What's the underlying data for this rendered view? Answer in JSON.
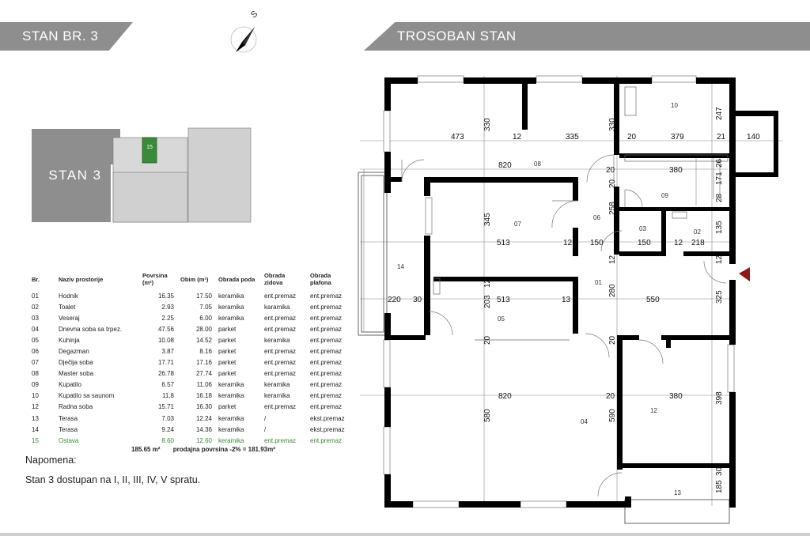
{
  "header": {
    "left_title": "STAN BR. 3",
    "right_title": "TROSOBAN STAN"
  },
  "compass": {
    "label": "S"
  },
  "keyplan": {
    "apartment_label": "STAN 3",
    "storage_number": "15"
  },
  "table": {
    "headers": [
      "Br.",
      "Naziv prostorije",
      "Povrsina (m²)",
      "Obim (m¹)",
      "Obrada poda",
      "Obrada zidova",
      "Obrada plafona"
    ],
    "rows": [
      [
        "01",
        "Hodnik",
        "16.35",
        "17.50",
        "keramika",
        "ent.premaz",
        "ent.premaz"
      ],
      [
        "02",
        "Toalet",
        "2.93",
        "7.05",
        "keramika",
        "karamika",
        "ent.premaz"
      ],
      [
        "03",
        "Veseraj",
        "2.25",
        "6.00",
        "keramika",
        "ent.premaz",
        "ent.premaz"
      ],
      [
        "04",
        "Dnevna soba sa trpez.",
        "47.56",
        "28.00",
        "parket",
        "ent.premaz",
        "ent.premaz"
      ],
      [
        "05",
        "Kuhinja",
        "10.08",
        "14.52",
        "parket",
        "keramika",
        "ent.premaz"
      ],
      [
        "06",
        "Degazman",
        "3.87",
        "8.16",
        "parket",
        "ent.premaz",
        "ent.premaz"
      ],
      [
        "07",
        "Dječija soba",
        "17.71",
        "17.16",
        "parket",
        "ent.premaz",
        "ent.premaz"
      ],
      [
        "08",
        "Master soba",
        "26.78",
        "27.74",
        "parket",
        "ent.premaz",
        "ent.premaz"
      ],
      [
        "09",
        "Kupatilo",
        "6.57",
        "11.06",
        "keramika",
        "keramika",
        "ent.premaz"
      ],
      [
        "10",
        "Kupatilo sa saunom",
        "11,8",
        "16.18",
        "keramika",
        "keramika",
        "ent.premaz"
      ],
      [
        "12",
        "Radna soba",
        "15.71",
        "16.30",
        "parket",
        "ent.premaz",
        "ent.premaz"
      ],
      [
        "13",
        "Terasa",
        "7.03",
        "12.24",
        "keramika",
        "/",
        "ekst.premaz"
      ],
      [
        "14",
        "Terasa",
        "9.24",
        "14.36",
        "keramika",
        "/",
        "ekst.premaz"
      ],
      [
        "15",
        "Ostava",
        "8.60",
        "12.60",
        "keramika",
        "ent.premaz",
        "ent.premaz"
      ]
    ],
    "total_area": "185.65 m²",
    "sale_area": "prodajna povrsina -2% = 181.93m²"
  },
  "note": {
    "title": "Napomena:",
    "text": "Stan 3 dostupan na I, II, III, IV, V spratu."
  },
  "plan": {
    "room_labels": [
      "10",
      "08",
      "09",
      "07",
      "06",
      "03",
      "02",
      "14",
      "01",
      "05",
      "04",
      "12",
      "13"
    ],
    "dimensions": [
      "473",
      "330",
      "12",
      "335",
      "330",
      "20",
      "379",
      "21",
      "140",
      "247",
      "820",
      "20",
      "380",
      "26",
      "171",
      "28",
      "20",
      "258",
      "345",
      "513",
      "12",
      "150",
      "150",
      "12",
      "218",
      "135",
      "12",
      "12",
      "220",
      "30",
      "12",
      "513",
      "13",
      "280",
      "550",
      "325",
      "203",
      "20",
      "20",
      "820",
      "20",
      "380",
      "580",
      "590",
      "398",
      "30",
      "185"
    ]
  },
  "colors": {
    "banner": "#8e8e8e",
    "wall": "#000000",
    "storage_green": "#3a8a3a",
    "entry_marker": "#8b1a1a"
  }
}
